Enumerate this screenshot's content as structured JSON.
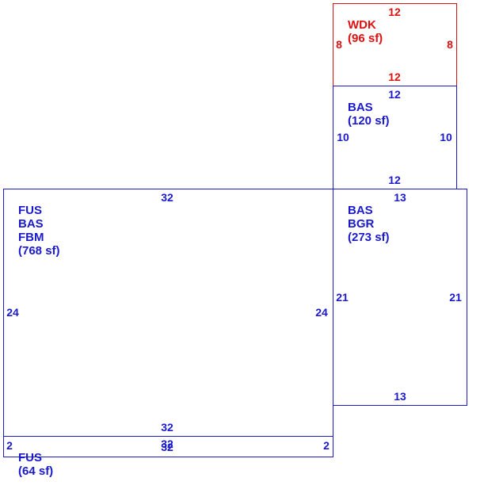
{
  "colors": {
    "living": "#1a1acc",
    "deck": "#dd1111"
  },
  "areas": {
    "wdk": {
      "code": "WDK",
      "area": "(96 sf)",
      "top": "12",
      "bottom": "12",
      "left": "8",
      "right": "8"
    },
    "bas_upper": {
      "code": "BAS",
      "area": "(120 sf)",
      "top": "12",
      "bottom": "12",
      "left": "10",
      "right": "10"
    },
    "main": {
      "code1": "FUS",
      "code2": "BAS",
      "code3": "FBM",
      "area": "(768 sf)",
      "top": "32",
      "bottom": "32",
      "left": "24",
      "right": "24"
    },
    "bas_bgr": {
      "code1": "BAS",
      "code2": "BGR",
      "area": "(273 sf)",
      "top": "13",
      "bottom": "13",
      "left": "21",
      "right": "21"
    },
    "fus_strip": {
      "code": "FUS",
      "area": "(64 sf)",
      "top": "32",
      "bottom": "32",
      "left": "2",
      "right": "2"
    }
  }
}
